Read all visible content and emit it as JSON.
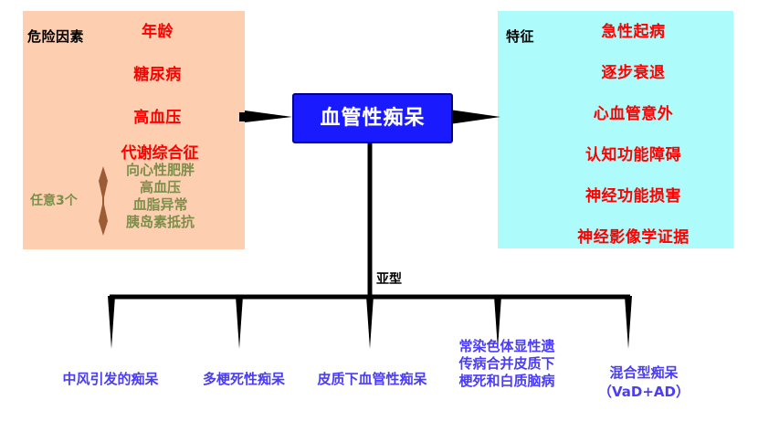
{
  "diagram": {
    "center": {
      "label": "血管性痴呆",
      "box_color": "#1a1aff",
      "text_color": "#ffffff"
    },
    "risk_panel": {
      "heading": "危险因素",
      "bg_color": "#fdcfb0",
      "items": [
        "年龄",
        "糖尿病",
        "高血压"
      ],
      "metabolic": {
        "title": "代谢综合征",
        "criteria_label": "任意3个",
        "criteria_color": "#7c8f4a",
        "items": [
          "向心性肥胖",
          "高血压",
          "血脂异常",
          "胰岛素抵抗"
        ]
      }
    },
    "feature_panel": {
      "heading": "特征",
      "bg_color": "#adfbfb",
      "items": [
        "急性起病",
        "逐步衰退",
        "心血管意外",
        "认知功能障碍",
        "神经功能损害",
        "神经影像学证据"
      ]
    },
    "subtypes": {
      "label": "亚型",
      "text_color": "#4b3df5",
      "items": [
        {
          "lines": [
            "中风引发的痴呆"
          ]
        },
        {
          "lines": [
            "多梗死性痴呆"
          ]
        },
        {
          "lines": [
            "皮质下血管性痴呆"
          ]
        },
        {
          "lines": [
            "常染色体显性遗",
            "传病合并皮质下",
            "梗死和白质脑病"
          ]
        },
        {
          "lines": [
            "混合型痴呆",
            "（VaD+AD）"
          ]
        }
      ]
    },
    "icons": {
      "left_arrow": "arrow-right-icon",
      "right_arrow": "arrow-right-icon",
      "any3_arrow": "double-headed-vertical-arrow-icon",
      "subtype_arrow": "arrow-down-icon"
    }
  }
}
